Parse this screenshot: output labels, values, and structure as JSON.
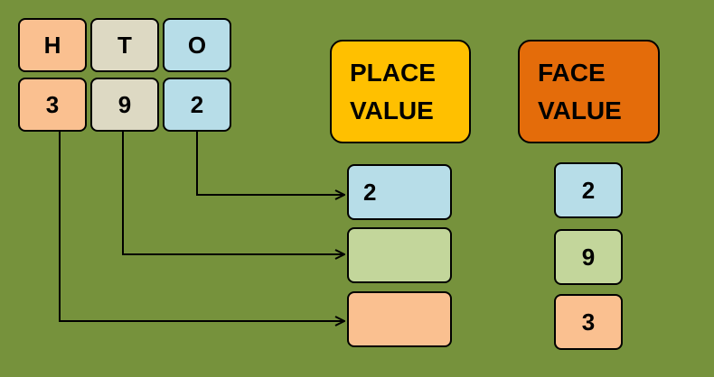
{
  "place_header": {
    "line1": "PLACE",
    "line2": "VALUE"
  },
  "face_header": {
    "line1": "FACE",
    "line2": "VALUE"
  },
  "chart": {
    "columns": [
      {
        "label": "H",
        "digit": "3",
        "color": "#fac090"
      },
      {
        "label": "T",
        "digit": "9",
        "color": "#ddd9c3"
      },
      {
        "label": "O",
        "digit": "2",
        "color": "#b7dde8"
      }
    ]
  },
  "place_values": [
    "2",
    "",
    ""
  ],
  "face_values": [
    "2",
    "9",
    "3"
  ],
  "colors": {
    "background": "#76923c",
    "peach": "#fac090",
    "tan": "#ddd9c3",
    "blue": "#b7dde8",
    "green": "#c3d69b",
    "gold": "#ffc000",
    "orange": "#e46c0a"
  }
}
